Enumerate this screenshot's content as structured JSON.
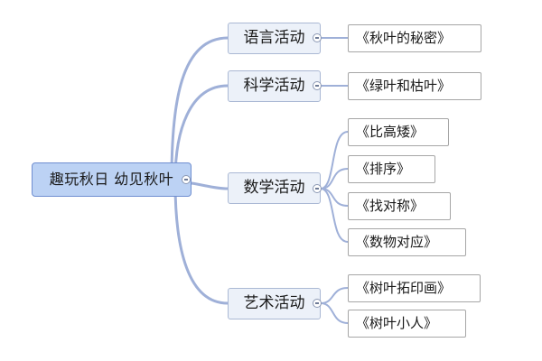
{
  "root": {
    "label": "趣玩秋日  幼见秋叶"
  },
  "branches": [
    {
      "label": "语言活动",
      "leaves": [
        "《秋叶的秘密》"
      ]
    },
    {
      "label": "科学活动",
      "leaves": [
        "《绿叶和枯叶》"
      ]
    },
    {
      "label": "数学活动",
      "leaves": [
        "《比高矮》",
        "《排序》",
        "《找对称》",
        "《数物对应》"
      ]
    },
    {
      "label": "艺术活动",
      "leaves": [
        "《树叶拓印画》",
        "《树叶小人》"
      ]
    }
  ],
  "colors": {
    "connector": "#9fb0d8",
    "root_fill": "#bcd2f4",
    "branch_fill": "#ecf1f9",
    "leaf_border": "#a6a6a6"
  }
}
